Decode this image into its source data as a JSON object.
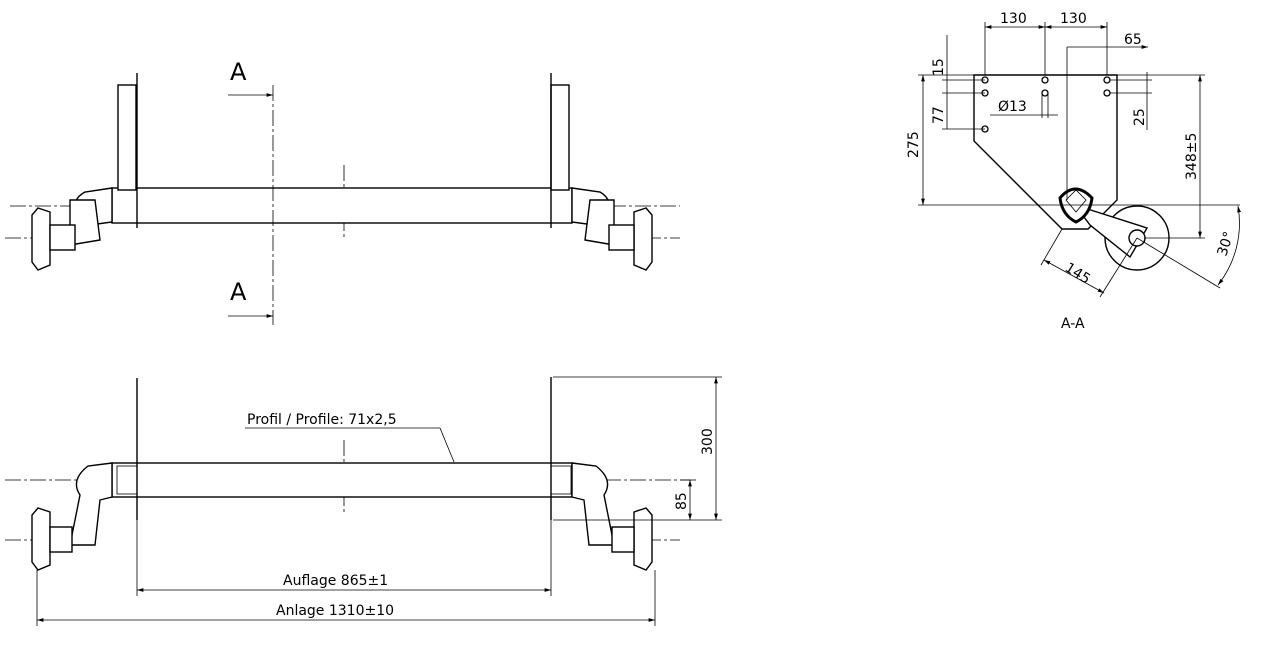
{
  "section_marks": {
    "top": "A",
    "bottom": "A"
  },
  "section_view": {
    "title": "A-A",
    "dims": {
      "spacing_left": "130",
      "spacing_right": "130",
      "offset": "65",
      "top_hole": "15",
      "hole_span": "77",
      "plate_height": "275",
      "hole_dia": "Ø13",
      "hole_pitch": "25",
      "overall_height": "348±5",
      "arm_length": "145",
      "arm_angle": "30°"
    }
  },
  "front_view": {
    "profile_label": "Profil / Profile: 71x2,5",
    "height_dim": "300",
    "center_dim": "85",
    "support_dim": "Auflage 865±1",
    "overall_dim": "Anlage 1310±10"
  }
}
